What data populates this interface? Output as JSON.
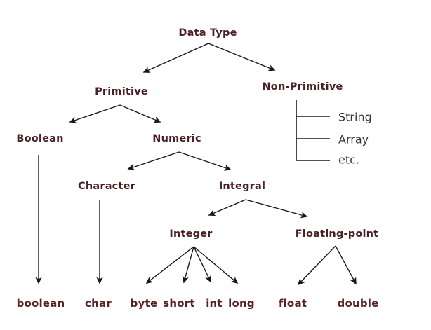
{
  "diagram": {
    "title": "Data Type",
    "type": "tree",
    "nodes": {
      "data_type": "Data Type",
      "primitive": "Primitive",
      "non_primitive": "Non-Primitive",
      "boolean_category": "Boolean",
      "numeric": "Numeric",
      "character": "Character",
      "integral": "Integral",
      "integer": "Integer",
      "floating_point": "Floating-point",
      "string": "String",
      "array": "Array",
      "etc": "etc.",
      "boolean_leaf": "boolean",
      "char_leaf": "char",
      "byte_leaf": "byte",
      "short_leaf": "short",
      "int_leaf": "int",
      "long_leaf": "long",
      "float_leaf": "float",
      "double_leaf": "double"
    },
    "hierarchy": {
      "Data Type": {
        "Primitive": {
          "Boolean": [
            "boolean"
          ],
          "Numeric": {
            "Character": [
              "char"
            ],
            "Integral": {
              "Integer": [
                "byte",
                "short",
                "int",
                "long"
              ],
              "Floating-point": [
                "float",
                "double"
              ]
            }
          }
        },
        "Non-Primitive": [
          "String",
          "Array",
          "etc."
        ]
      }
    },
    "colors": {
      "node_text": "#4a2023",
      "leaf_text": "#5a2323",
      "secondary_text": "#333333",
      "line": "#191919",
      "background": "#ffffff"
    }
  }
}
